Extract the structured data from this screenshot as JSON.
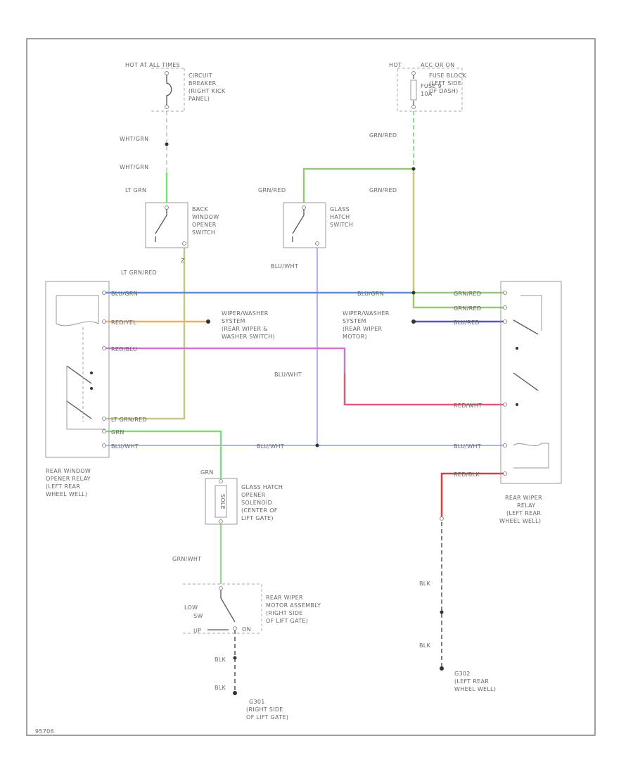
{
  "colors": {
    "wht_grn": "#cfcfcf",
    "lt_grn": "#7be07b",
    "grn": "#7be07b",
    "grn_red": "#9ac77b",
    "grn_wht": "#8ee08e",
    "lt_grn_red": "#c8c58a",
    "blu_wht": "#aab2ff",
    "blu_grn": "#5a8ee0",
    "red_yel": "#ffaa55",
    "red_blu": "#cc77cc",
    "red_wht": "#e05a7a",
    "red_blk": "#e03a3a",
    "blu_red": "#5555cc",
    "blk": "#555555"
  },
  "components": {
    "circuit_breaker": {
      "hot_label": "HOT AT ALL TIMES",
      "lines": [
        "CIRCUIT",
        "BREAKER",
        "(RIGHT KICK",
        "PANEL)"
      ]
    },
    "fuse_block": {
      "hot_label": "HOT",
      "hot_label2": "ACC OR ON",
      "fuse_lines": [
        "FUSE 9",
        "10A"
      ],
      "lines": [
        "FUSE BLOCK",
        "(LEFT SIDE",
        "OF DASH)"
      ]
    },
    "back_window_switch": {
      "lines": [
        "BACK",
        "WINDOW",
        "OPENER",
        "SWITCH"
      ]
    },
    "glass_hatch_switch": {
      "lines": [
        "GLASS",
        "HATCH",
        "SWITCH"
      ]
    },
    "wiper_washer_switch": {
      "lines": [
        "WIPER/WASHER",
        "SYSTEM",
        "(REAR WIPER &",
        "WASHER SWITCH)"
      ]
    },
    "wiper_washer_motor": {
      "lines": [
        "WIPER/WASHER",
        "SYSTEM",
        "(REAR WIPER",
        "MOTOR)"
      ]
    },
    "rear_window_relay": {
      "lines": [
        "REAR WINDOW",
        "OPENER RELAY",
        "(LEFT REAR",
        "WHEEL WELL)"
      ]
    },
    "rear_wiper_relay": {
      "lines": [
        "REAR WIPER",
        "RELAY",
        "(LEFT REAR",
        "WHEEL WELL)"
      ]
    },
    "solenoid": {
      "lines": [
        "GLASS HATCH",
        "OPENER",
        "SOLENOID",
        "(CENTER OF",
        "LIFT GATE)"
      ],
      "inner": "SOLE"
    },
    "motor_assembly": {
      "lines": [
        "REAR WIPER",
        "MOTOR ASSEMBLY",
        "(RIGHT SIDE",
        "OF LIFT GATE)"
      ],
      "low": "LOW",
      "sw": "SW",
      "up": "UP",
      "on": "ON"
    },
    "g301": {
      "lines": [
        "G301",
        "(RIGHT SIDE",
        "OF LIFT GATE)"
      ]
    },
    "g302": {
      "lines": [
        "G302",
        "(LEFT REAR",
        "WHEEL WELL)"
      ]
    }
  },
  "wire_labels": {
    "wht_grn_1": "WHT/GRN",
    "wht_grn_2": "WHT/GRN",
    "lt_grn": "LT GRN",
    "z": "Z",
    "lt_grn_red_1": "LT GRN/RED",
    "lt_grn_red_2": "LT GRN/RED",
    "grn_red_1": "GRN/RED",
    "grn_red_2": "GRN/RED",
    "grn_red_3": "GRN/RED",
    "grn_red_4": "GRN/RED",
    "grn_red_5": "GRN/RED",
    "blu_wht_1": "BLU/WHT",
    "blu_wht_2": "BLU/WHT",
    "blu_wht_3": "BLU/WHT",
    "blu_wht_4": "BLU/WHT",
    "blu_wht_5": "BLU/WHT",
    "blu_grn_1": "BLU/GRN",
    "blu_grn_2": "BLU/GRN",
    "red_yel": "RED/YEL",
    "red_blu": "RED/BLU",
    "blu_red": "BLU/RED",
    "red_wht": "RED/WHT",
    "red_blk": "RED/BLK",
    "grn_1": "GRN",
    "grn_2": "GRN",
    "grn_wht": "GRN/WHT",
    "blk_1": "BLK",
    "blk_2": "BLK",
    "blk_3": "BLK",
    "blk_4": "BLK"
  },
  "footer": {
    "id": "95706"
  }
}
